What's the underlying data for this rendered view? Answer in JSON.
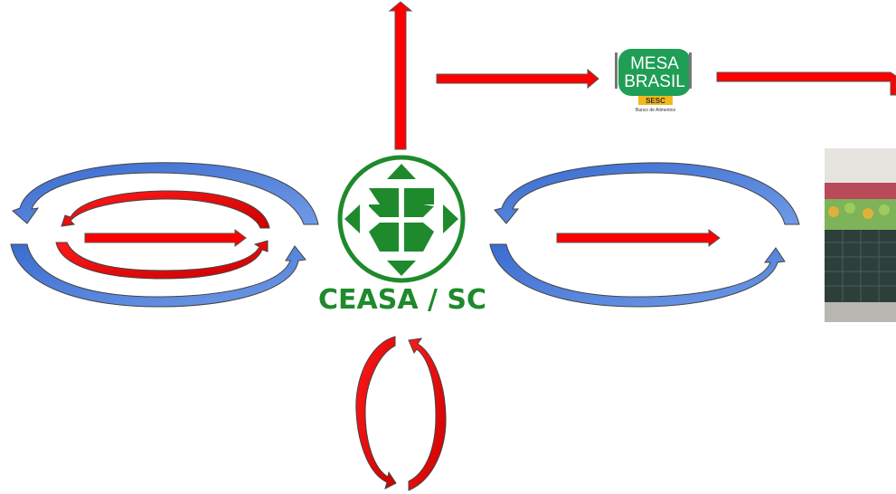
{
  "center": {
    "label": "CEASA / SC"
  },
  "mesa_brasil": {
    "line1": "MESA",
    "line2": "BRASIL",
    "sesc": "SESC",
    "tagline": "Banco de Alimentos"
  },
  "colors": {
    "red_arrow": "#ff0000",
    "blue_arrow": "#4f7fd6",
    "ceasa_green": "#1e8a2c",
    "mesa_green": "#1f9e55",
    "sesc_yellow": "#f3b81b"
  },
  "icons": {
    "ceasa": "ceasa-logo-icon",
    "mesa": "mesa-brasil-logo-icon",
    "photo": "market-produce-photo"
  }
}
